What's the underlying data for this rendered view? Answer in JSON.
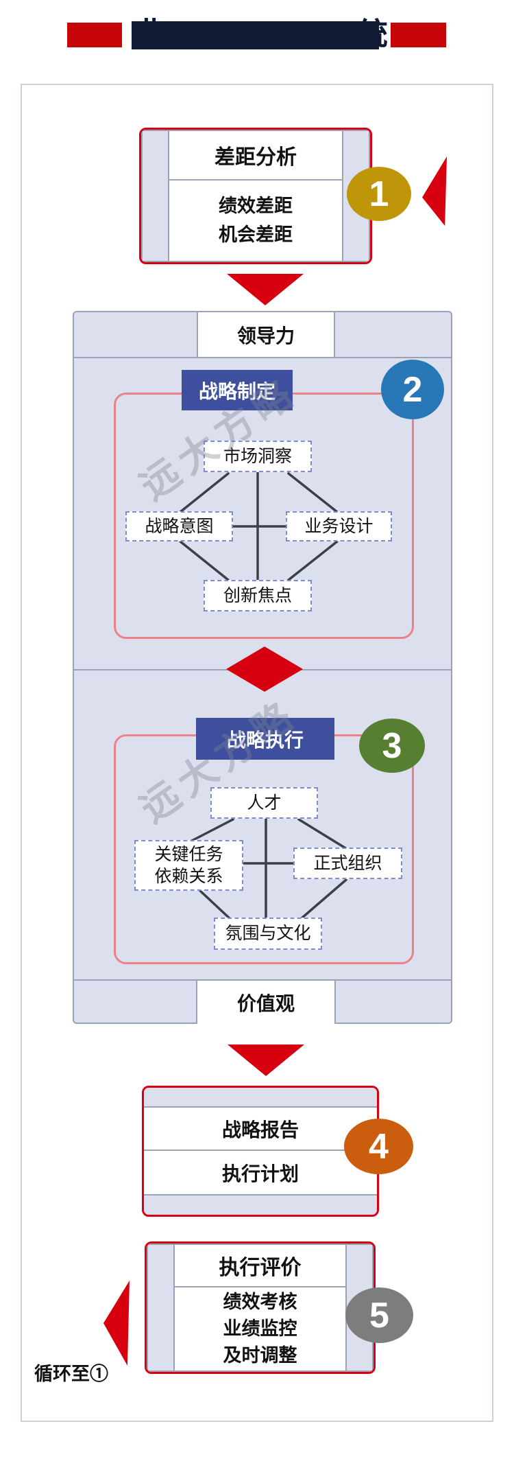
{
  "title": {
    "redacted": true,
    "lead_char": "业",
    "tail_char": "统"
  },
  "panel": {
    "top_bar": "领导力",
    "bottom_bar": "价值观"
  },
  "steps": {
    "one": {
      "num": "1",
      "header": "差距分析",
      "line1": "绩效差距",
      "line2": "机会差距"
    },
    "two": {
      "num": "2",
      "header": "战略制定",
      "node_top": "市场洞察",
      "node_left": "战略意图",
      "node_right": "业务设计",
      "node_bottom": "创新焦点"
    },
    "three": {
      "num": "3",
      "header": "战略执行",
      "node_top": "人才",
      "node_left1": "关键任务",
      "node_left2": "依赖关系",
      "node_right": "正式组织",
      "node_bottom": "氛围与文化"
    },
    "four": {
      "num": "4",
      "row1": "战略报告",
      "row2": "执行计划"
    },
    "five": {
      "num": "5",
      "header": "执行评价",
      "line1": "绩效考核",
      "line2": "业绩监控",
      "line3": "及时调整"
    }
  },
  "loop_label": "循环至①",
  "watermark": "远大方略",
  "colors": {
    "red": "#d7000f",
    "red_rect_border": "#ee8087",
    "title_navy": "#0e1b33",
    "title_red_block": "#c70408",
    "lavender": "#dbdfee",
    "border_gray": "#9aa2b8",
    "header_blue": "#3d4f9d",
    "dashed_blue": "#7b8cd0",
    "circle1_gold": "#bf950a",
    "circle2_blue": "#2878b8",
    "circle3_green": "#567f31",
    "circle4_orange": "#cb5d0f",
    "circle5_gray": "#7d7d7d"
  }
}
